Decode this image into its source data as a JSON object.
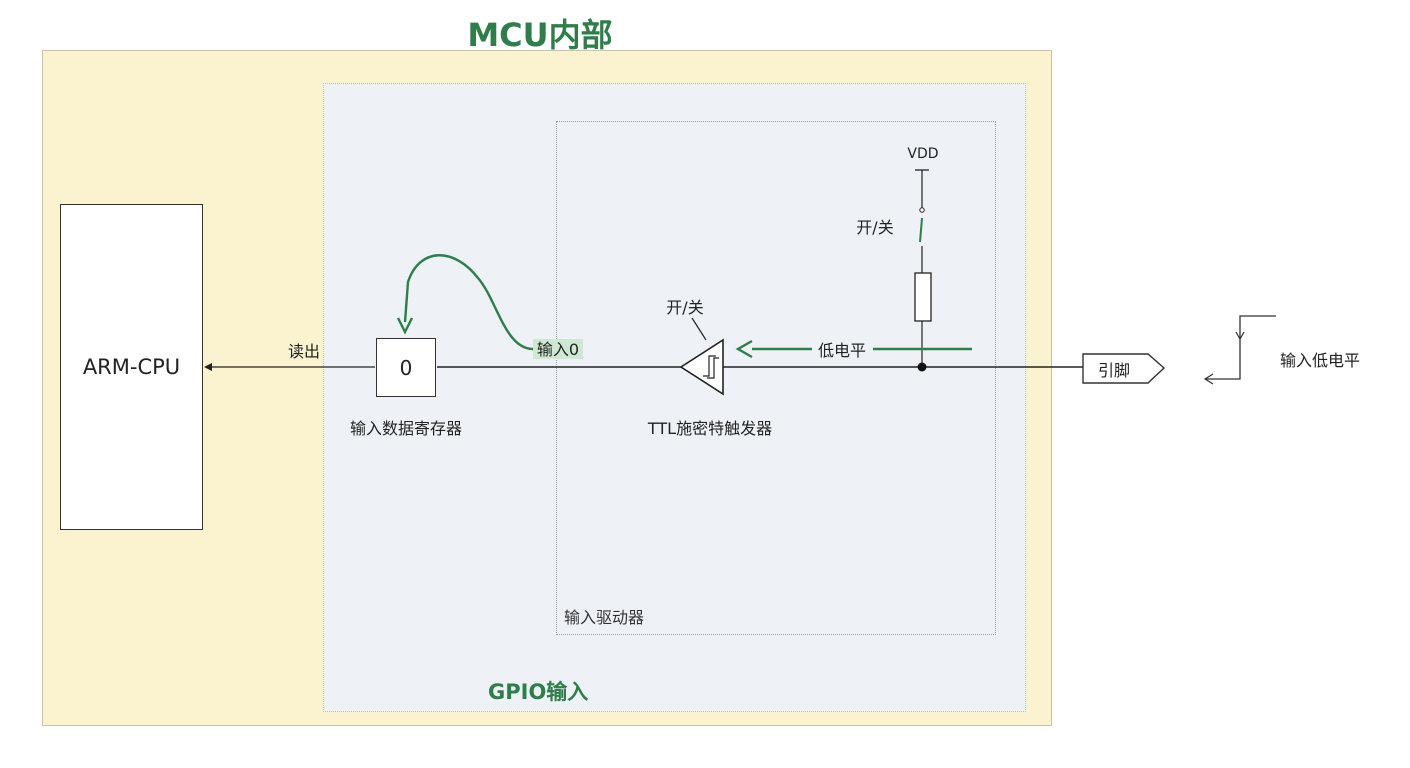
{
  "title": "MCU内部",
  "gpio_label": "GPIO输入",
  "driver_label": "输入驱动器",
  "cpu_label": "ARM-CPU",
  "read_label": "读出",
  "register": {
    "value": "0",
    "label": "输入数据寄存器"
  },
  "input_tag": "输入0",
  "trigger": {
    "switch_label": "开/关",
    "label": "TTL施密特触发器"
  },
  "pullup": {
    "supply_label": "VDD",
    "switch_label": "开/关"
  },
  "low_level_label": "低电平",
  "pin_label": "引脚",
  "input_low_label": "输入低电平",
  "colors": {
    "accent_green": "#2e7d4a",
    "mcu_fill": "#fbf2cf",
    "gpio_fill": "#eef2f7",
    "tag_highlight": "#cfe8d3"
  }
}
